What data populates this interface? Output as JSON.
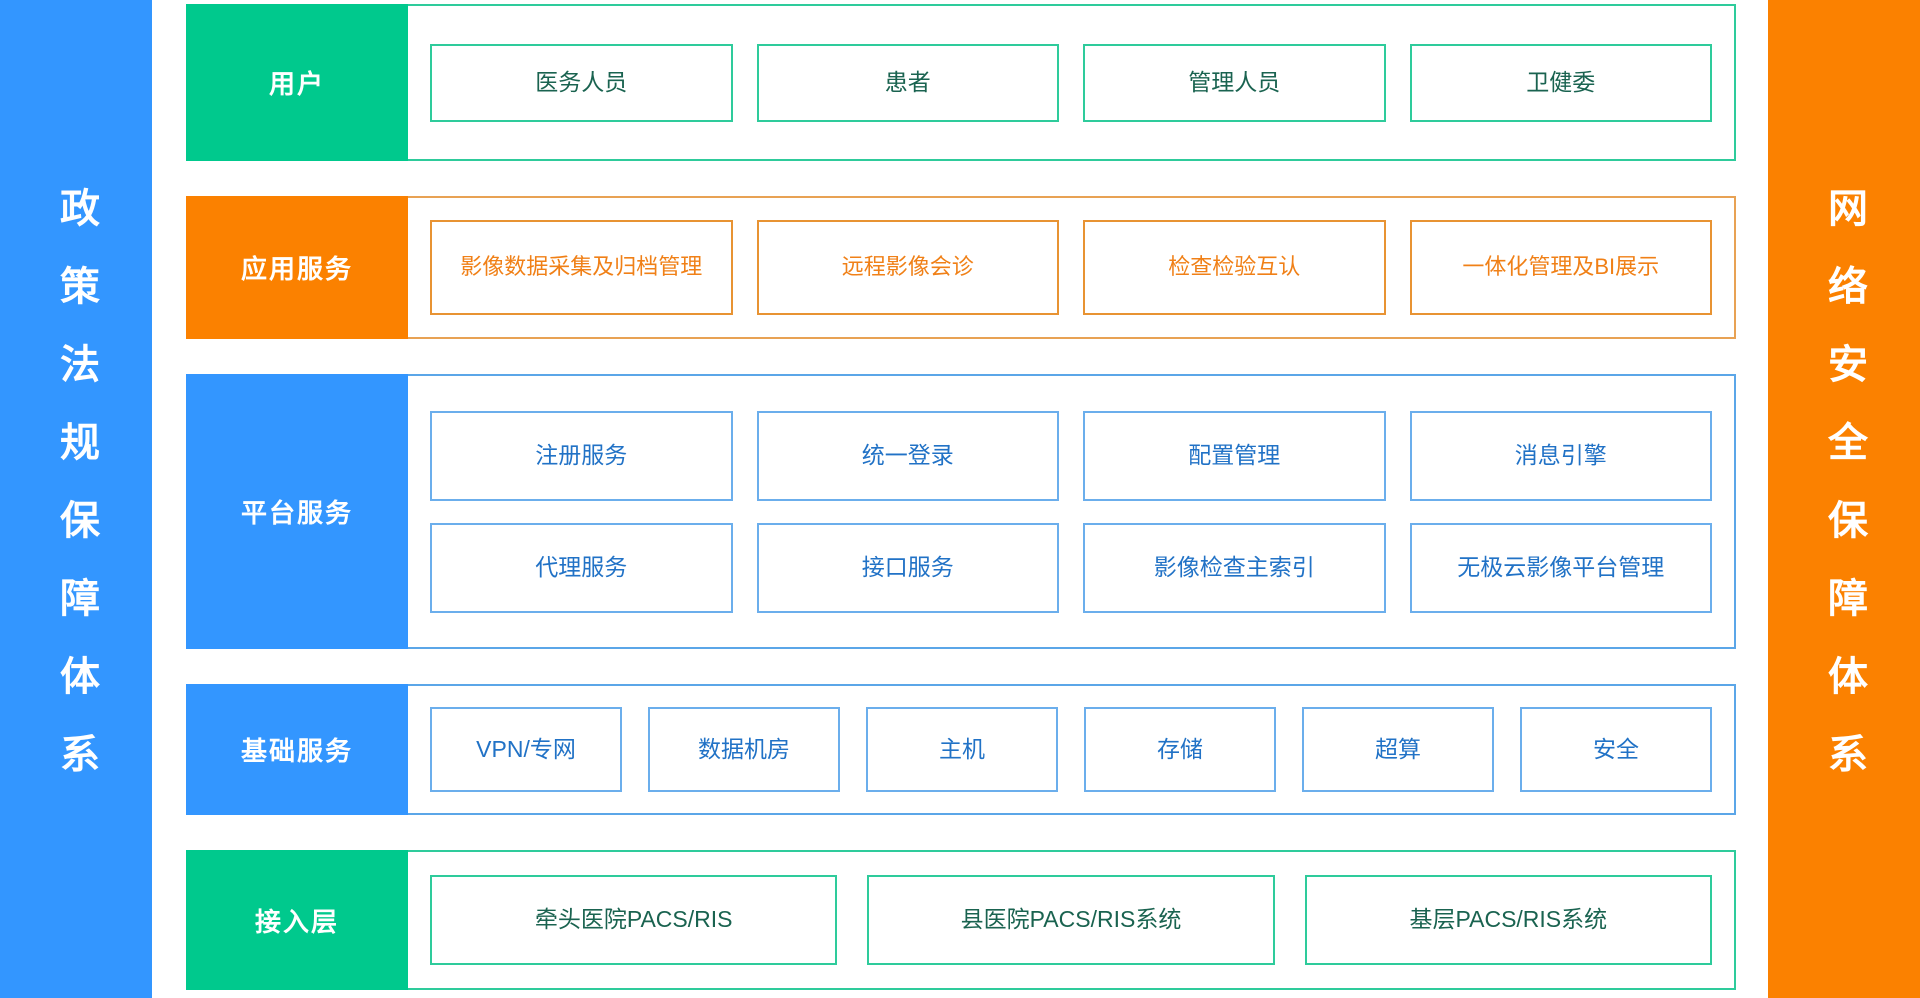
{
  "banners": {
    "left": {
      "text": "政策法规保障体系",
      "color": "#3396FF",
      "text_color": "#FFFFFF"
    },
    "right": {
      "text": "网络安全保障体系",
      "color": "#FB8100",
      "text_color": "#FFFFFF"
    }
  },
  "colors": {
    "green": "#00C98D",
    "green_border": "#2ECB9B",
    "green_text": "#1A6350",
    "orange": "#FB8100",
    "orange_border": "#E89333",
    "orange_text": "#F08017",
    "blue": "#3396FF",
    "blue_border": "#6BAEEC",
    "blue_text": "#2172C6"
  },
  "layers": [
    {
      "key": "user",
      "title": "用户",
      "theme": "green",
      "rows": [
        [
          "医务人员",
          "患者",
          "管理人员",
          "卫健委"
        ]
      ]
    },
    {
      "key": "app",
      "title": "应用服务",
      "theme": "orange",
      "rows": [
        [
          "影像数据采集及归档管理",
          "远程影像会诊",
          "检查检验互认",
          "一体化管理及BI展示"
        ]
      ]
    },
    {
      "key": "platform",
      "title": "平台服务",
      "theme": "blue",
      "rows": [
        [
          "注册服务",
          "统一登录",
          "配置管理",
          "消息引擎"
        ],
        [
          "代理服务",
          "接口服务",
          "影像检查主索引",
          "无极云影像平台管理"
        ]
      ]
    },
    {
      "key": "infra",
      "title": "基础服务",
      "theme": "blue",
      "rows": [
        [
          "VPN/专网",
          "数据机房",
          "主机",
          "存储",
          "超算",
          "安全"
        ]
      ]
    },
    {
      "key": "access",
      "title": "接入层",
      "theme": "green",
      "rows": [
        [
          "牵头医院PACS/RIS",
          "县医院PACS/RIS系统",
          "基层PACS/RIS系统"
        ]
      ]
    }
  ]
}
